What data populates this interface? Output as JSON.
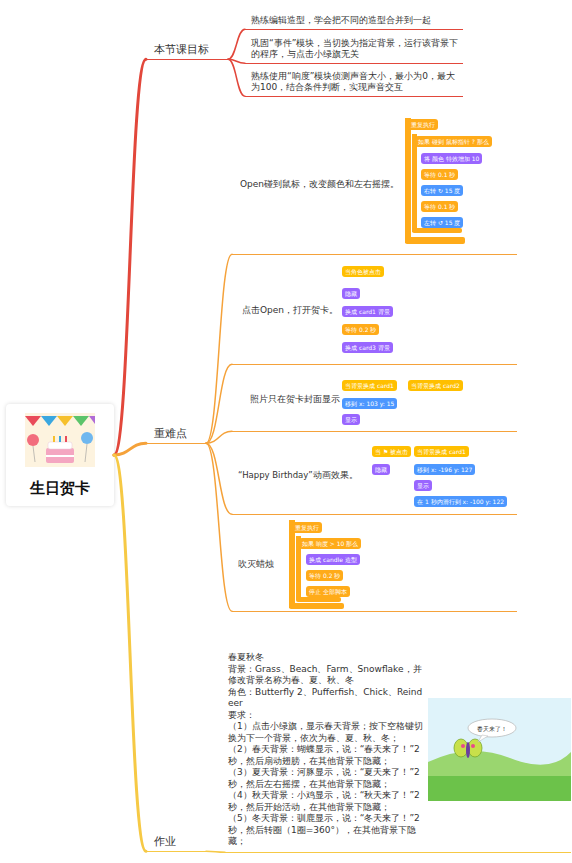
{
  "diagram": {
    "nodes": [
      {
        "text": [
          "生日贺卡"
        ]
      },
      {
        "text": [
          "本节课目标"
        ]
      },
      {
        "text": [
          "熟练编辑造型，学会把不同的造型合并到一起"
        ]
      },
      {
        "text": [
          "巩固“事件”模块，当切换为指定背景，运行该背景下的程序，与点击小绿旗无关"
        ]
      },
      {
        "text": [
          "熟练使用“响度”模块侦测声音大小，最小为0，最大为100，结合条件判断，实现声音交互"
        ]
      },
      {
        "text": [
          "重难点"
        ]
      },
      {
        "text": [
          "Open碰到鼠标，改变颜色和左右摇摆。"
        ]
      },
      {
        "text": [
          "点击Open，打开贺卡。"
        ]
      },
      {
        "text": [
          "照片只在贺卡封面显示"
        ]
      },
      {
        "text": [
          "“Happy Birthday”动画效果。"
        ]
      },
      {
        "text": [
          "吹灭蜡烛"
        ]
      },
      {
        "text": [
          "作业"
        ]
      },
      {
        "text": [
          "春夏秋冬",
          "背景：Grass、Beach、Farm、Snowflake，并修改背景名称为春、夏、秋、冬",
          "角色：Butterfly 2、Pufferfish、Chick、Reindeer",
          "要求：",
          "（1）点击小绿旗，显示春天背景；按下空格键切换为下一个背景，依次为春、夏、秋、冬；",
          "（2）春天背景：蝴蝶显示，说：“春天来了！”2秒，然后扇动翅膀，在其他背景下隐藏；",
          "（3）夏天背景：河豚显示，说：“夏天来了！”2秒，然后左右摇摆，在其他背景下隐藏；",
          "（4）秋天背景：小鸡显示，说：“秋天来了！”2秒，然后开始活动，在其他背景下隐藏；",
          "（5）冬天背景：驯鹿显示，说：“冬天来了！”2秒，然后转圈（1圈=360°），在其他背景下隐藏；"
        ]
      }
    ],
    "edges": [
      {
        "from": 0,
        "to": 1,
        "arrow": "none"
      },
      {
        "from": 0,
        "to": 5,
        "arrow": "none"
      },
      {
        "from": 0,
        "to": 11,
        "arrow": "none"
      },
      {
        "from": 1,
        "to": 2,
        "arrow": "none"
      },
      {
        "from": 1,
        "to": 3,
        "arrow": "none"
      },
      {
        "from": 1,
        "to": 4,
        "arrow": "none"
      },
      {
        "from": 5,
        "to": 6,
        "arrow": "none"
      },
      {
        "from": 5,
        "to": 7,
        "arrow": "none"
      },
      {
        "from": 5,
        "to": 8,
        "arrow": "none"
      },
      {
        "from": 5,
        "to": 9,
        "arrow": "none"
      },
      {
        "from": 5,
        "to": 10,
        "arrow": "none"
      },
      {
        "from": 11,
        "to": 12,
        "arrow": "none"
      }
    ],
    "labels": [
      "重复执行",
      "如果 碰到 鼠标指针 ? 那么",
      "将 颜色 特效增加 10",
      "等待 0.1 秒",
      "右转 ↻ 15 度",
      "等待 0.1 秒",
      "左转 ↺ 15 度",
      "当角色被点击",
      "隐藏",
      "换成 card1 背景",
      "等待 0.2 秒",
      "换成 card3 背景",
      "当背景换成 card1",
      "当背景换成 card2",
      "移到 x: 103 y: 15",
      "显示",
      "当 ⚑ 被点击",
      "隐藏",
      "当背景换成 card1",
      "移到 x: -196 y: 127",
      "显示",
      "在 1 秒内滑行到 x: -100 y: 122",
      "重复执行",
      "如果 响度 > 10 那么",
      "换成 candle 造型",
      "等待 0.2 秒",
      "停止 全部脚本",
      "春天来了！"
    ]
  }
}
